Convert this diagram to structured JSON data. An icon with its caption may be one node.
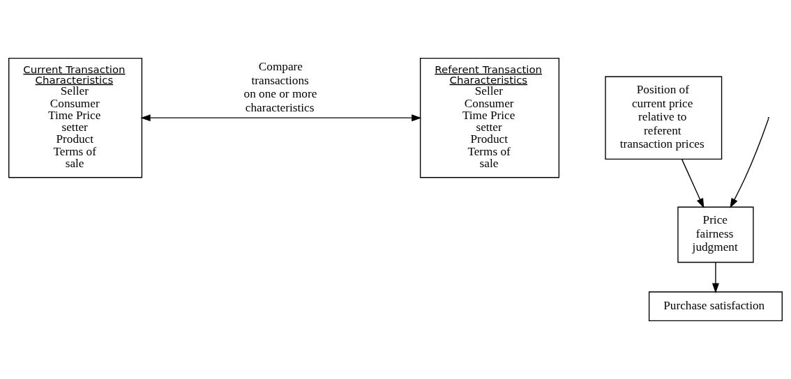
{
  "diagram": {
    "nodes": [
      {
        "text": [
          "Current Transaction Characteristics",
          "Seller Consumer Time Price setter Product Terms of sale"
        ]
      },
      {
        "text": [
          "Referent Transaction Characteristics",
          "Seller Consumer Time Price setter Product Terms of sale"
        ]
      },
      {
        "text": [
          "Price fairness judgment"
        ]
      },
      {
        "text": [
          "Purchase satisfaction"
        ]
      },
      {
        "text": [
          "Position of current price relative to referent transaction prices"
        ]
      }
    ],
    "edges": [
      {
        "from": 0,
        "to": 1,
        "arrow": "both",
        "label": "Compare transactions on one or more characteristics"
      },
      {
        "from": null,
        "to": 2,
        "arrow": "to"
      },
      {
        "from": 4,
        "to": 2,
        "arrow": "to"
      },
      {
        "from": 2,
        "to": 3,
        "arrow": "to"
      }
    ]
  }
}
